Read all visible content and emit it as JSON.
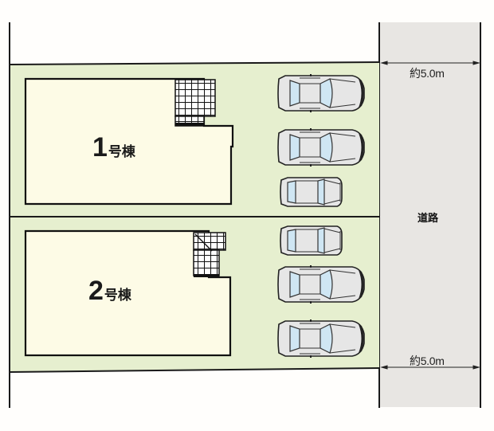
{
  "site_plan": {
    "colors": {
      "background": "#fffefc",
      "lot_fill": "#e6efcf",
      "building_fill": "#fdfbe6",
      "road_fill": "#e8e6e3",
      "line": "#1a1a1a",
      "car_body": "#e6e6e6",
      "car_glass": "#cfe6f3"
    },
    "buildings": [
      {
        "number": "1",
        "suffix": "号棟"
      },
      {
        "number": "2",
        "suffix": "号棟"
      }
    ],
    "road": {
      "label": "道路",
      "width_top": "約5.0m",
      "width_bottom": "約5.0m"
    },
    "parking": {
      "lot_1_cars": [
        "large",
        "large",
        "small"
      ],
      "lot_2_cars": [
        "small",
        "large",
        "large"
      ]
    }
  }
}
